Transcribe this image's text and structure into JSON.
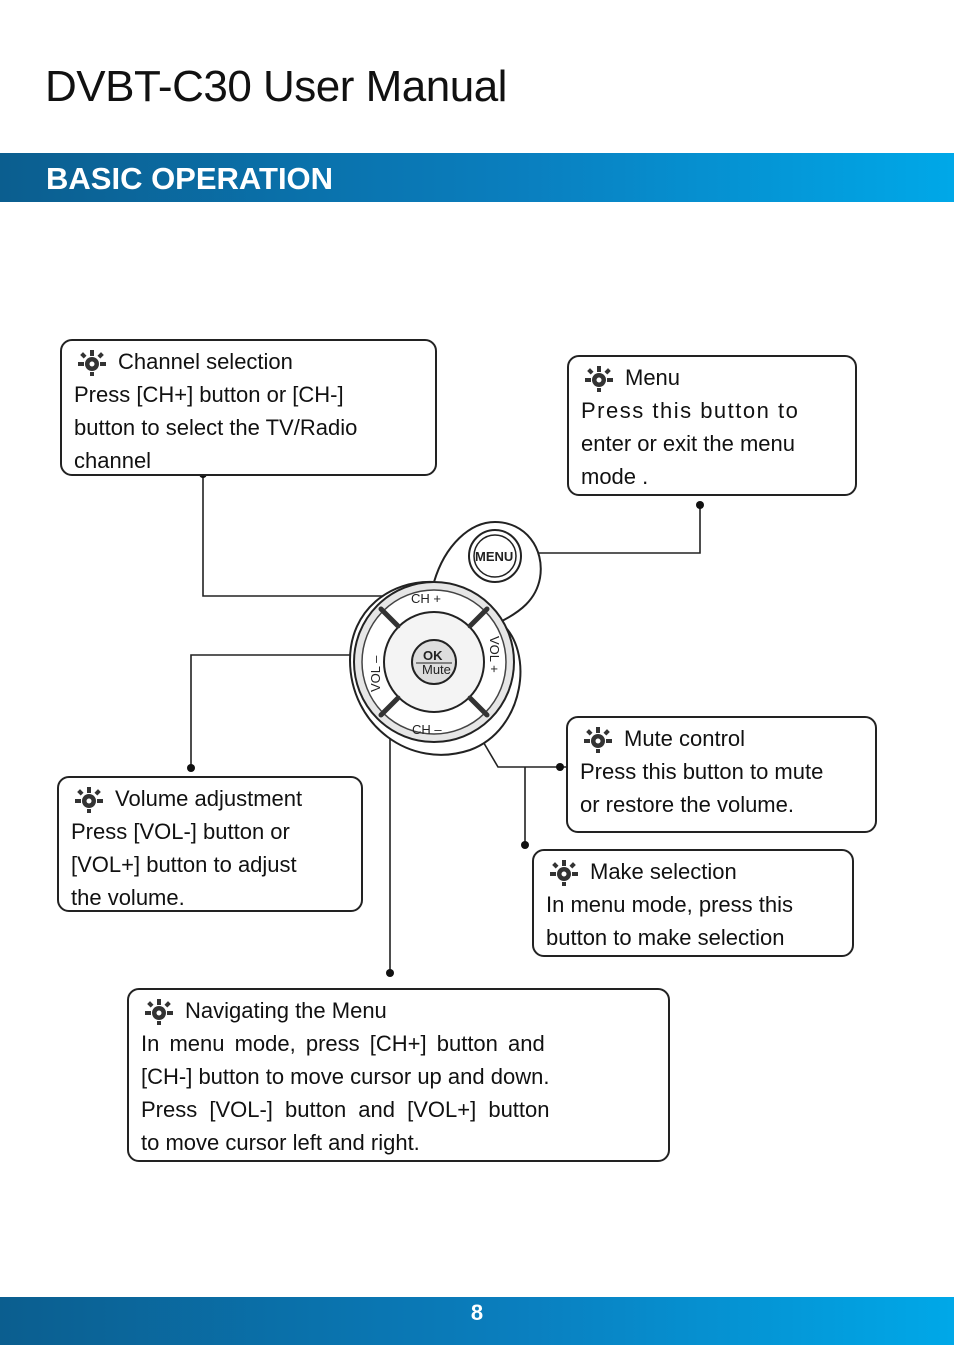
{
  "header": {
    "title": "DVBT-C30 User Manual",
    "section": "BASIC OPERATION"
  },
  "remote": {
    "menu_label": "MENU",
    "ch_plus": "CH +",
    "ch_minus": "CH –",
    "vol_minus": "VOL –",
    "vol_plus": "VOL +",
    "ok_label": "OK",
    "mute_label": "Mute"
  },
  "callouts": {
    "channel": {
      "title": "Channel selection",
      "lines": [
        "Press [CH+] button or [CH-]",
        "button to select the TV/Radio",
        "channel"
      ]
    },
    "menu": {
      "title": "Menu",
      "lines": [
        "Press this button to",
        "enter or exit the menu",
        "mode ."
      ]
    },
    "mute": {
      "title": "Mute control",
      "lines": [
        "Press this button to mute",
        "or restore the volume."
      ]
    },
    "volume": {
      "title": "Volume adjustment",
      "lines": [
        "Press [VOL-] button or",
        "[VOL+] button to adjust",
        "the volume."
      ]
    },
    "select": {
      "title": "Make selection",
      "lines": [
        "In menu mode, press this",
        "button to make selection"
      ]
    },
    "navigate": {
      "title": "Navigating the Menu",
      "lines": [
        "In menu mode, press [CH+] button and",
        "[CH-] button to move cursor up and down.",
        "Press [VOL-] button and [VOL+] button",
        "to move cursor left and right."
      ]
    }
  },
  "footer": {
    "page": "8"
  }
}
